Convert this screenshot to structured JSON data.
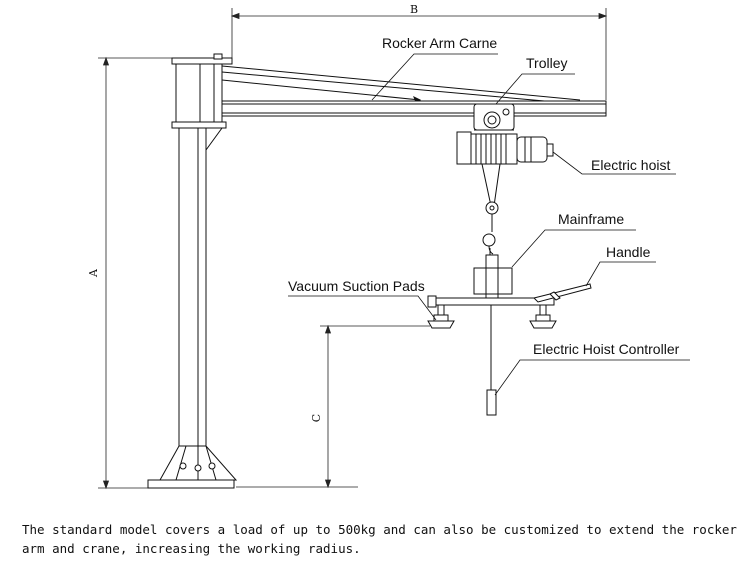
{
  "labels": {
    "rocker_arm": "Rocker Arm Carne",
    "trolley": "Trolley",
    "electric_hoist": "Electric hoist",
    "mainframe": "Mainframe",
    "handle": "Handle",
    "vacuum_pads": "Vacuum Suction Pads",
    "controller": "Electric Hoist Controller"
  },
  "dimensions": {
    "a": "A",
    "b": "B",
    "c": "C"
  },
  "caption": "The standard model covers a load of up to 500kg and can also be customized to extend the rocker arm and crane, increasing the working radius."
}
